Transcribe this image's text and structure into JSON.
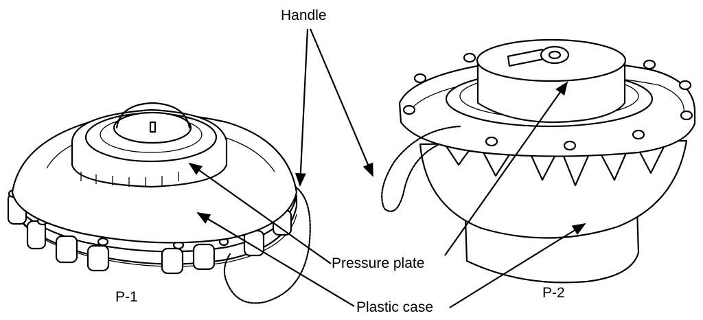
{
  "labels": {
    "handle": "Handle",
    "pressure_plate": "Pressure plate",
    "plastic_case": "Plastic case",
    "p1": "P-1",
    "p2": "P-2"
  }
}
